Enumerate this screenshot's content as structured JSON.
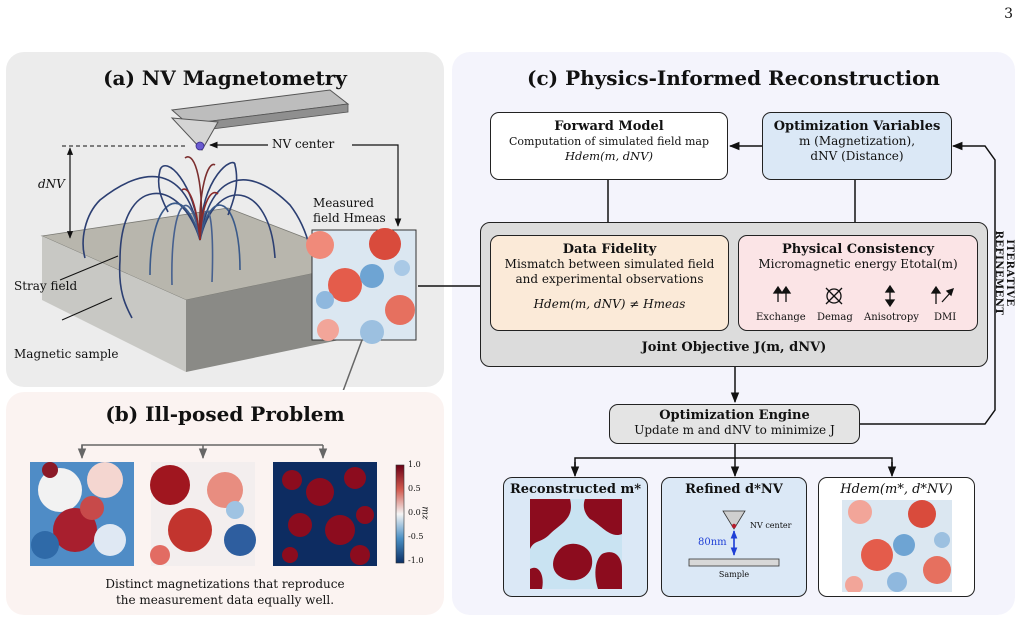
{
  "page_number": "3",
  "panel_a": {
    "title": "(a) NV Magnetometry",
    "nv_center": "NV center",
    "d_nv": "dNV",
    "measured_field_line1": "Measured",
    "measured_field_line2": "field Hmeas",
    "stray_field": "Stray field",
    "magnetic_sample": "Magnetic sample"
  },
  "panel_b": {
    "title": "(b) Ill-posed Problem",
    "colorbar_label": "mz",
    "colorbar_ticks": [
      "1.0",
      "0.5",
      "0.0",
      "-0.5",
      "-1.0"
    ],
    "caption_line1": "Distinct magnetizations that reproduce",
    "caption_line2": "the measurement data equally well."
  },
  "panel_c": {
    "title": "(c) Physics-Informed Reconstruction",
    "forward_model": {
      "title": "Forward Model",
      "line1": "Computation of simulated field map",
      "line2": "Hdem(m, dNV)"
    },
    "optimization_variables": {
      "title": "Optimization Variables",
      "line1": "m (Magnetization),",
      "line2": "dNV (Distance)"
    },
    "data_fidelity": {
      "title": "Data Fidelity",
      "line1": "Mismatch between simulated field",
      "line2": "and experimental observations",
      "formula": "Hdem(m, dNV) ≠ Hmeas"
    },
    "physical_consistency": {
      "title": "Physical Consistency",
      "line1": "Micromagnetic energy Etotal(m)",
      "terms": [
        "Exchange",
        "Demag",
        "Anisotropy",
        "DMI"
      ]
    },
    "joint_objective": "Joint Objective J(m, dNV)",
    "iterative_refinement": "ITERATIVE REFINEMENT",
    "engine": {
      "title": "Optimization Engine",
      "line1": "Update m and dNV to minimize J"
    },
    "outputs": {
      "reconstructed": "Reconstructed m*",
      "refined": "Refined d*NV",
      "field": "Hdem(m*, d*NV)",
      "nv_center": "NV center",
      "distance": "80nm",
      "sample": "Sample"
    }
  },
  "colors": {
    "panel_a_bg": "#ececec",
    "panel_b_bg": "#fbf3f1",
    "panel_c_bg": "#f4f4fc",
    "vars_box": "#dbe8f6",
    "fidelity_box": "#fbead8",
    "consistency_box": "#fbe4e6",
    "joint_box": "#dcdcdc",
    "engine_box": "#e4e4e4",
    "domain_red": "#8c0c1e",
    "domain_blue": "#c9e3f2",
    "nv_red": "#b41e2d"
  }
}
